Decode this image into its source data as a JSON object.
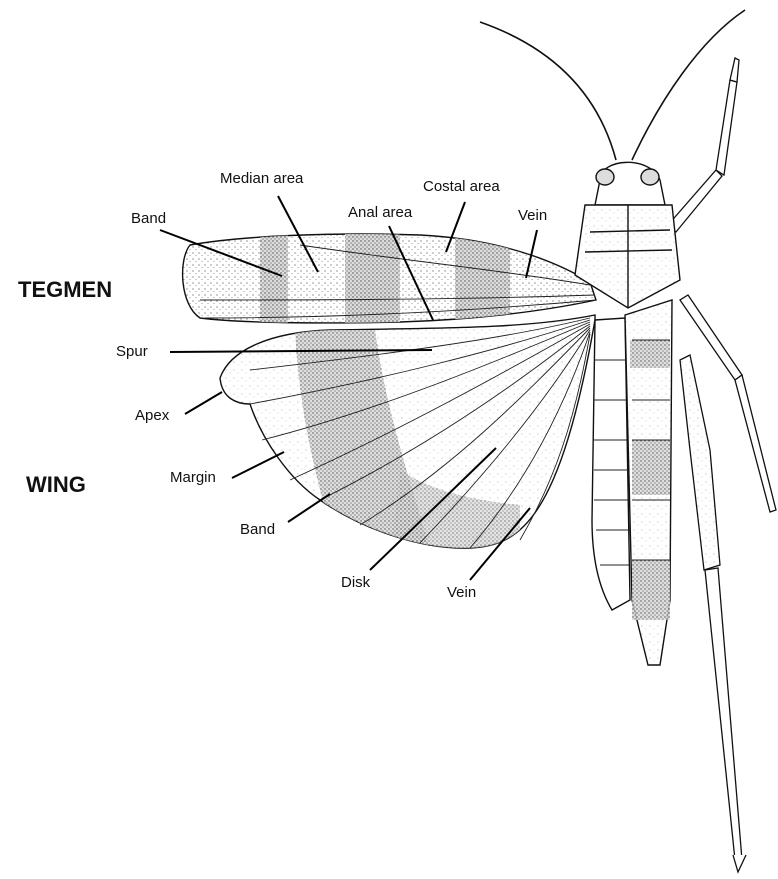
{
  "headings": {
    "tegmen": "TEGMEN",
    "wing": "WING"
  },
  "labels": {
    "median_area": "Median area",
    "costal_area": "Costal area",
    "band_upper": "Band",
    "anal_area": "Anal area",
    "vein_upper": "Vein",
    "spur": "Spur",
    "apex": "Apex",
    "margin": "Margin",
    "band_lower": "Band",
    "disk": "Disk",
    "vein_lower": "Vein"
  }
}
